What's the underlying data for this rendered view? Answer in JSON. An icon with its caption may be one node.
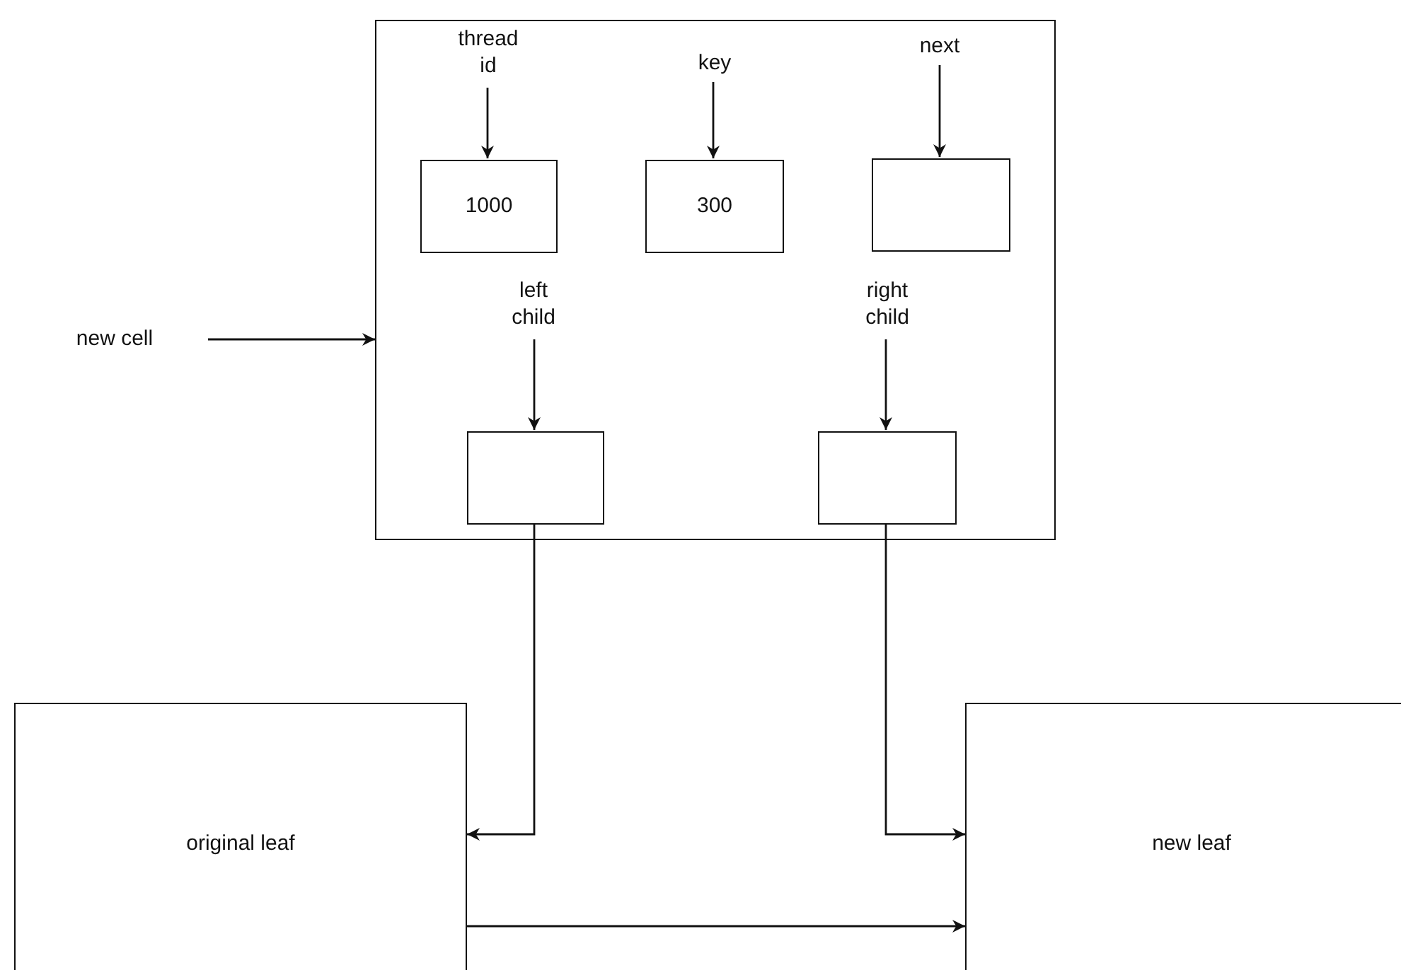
{
  "diagram": {
    "nodes": [
      {
        "text": [],
        "shape": "box"
      },
      {
        "text": [
          "thread id"
        ],
        "in": 0
      },
      {
        "text": [
          "1000"
        ],
        "in": 0
      },
      {
        "text": [
          "key"
        ],
        "in": 0
      },
      {
        "text": [
          "300"
        ],
        "in": 0
      },
      {
        "text": [
          "next"
        ],
        "in": 0
      },
      {
        "text": [],
        "shape": "box",
        "in": 0
      },
      {
        "text": [
          "left child"
        ],
        "in": 0
      },
      {
        "text": [],
        "shape": "box",
        "in": 0
      },
      {
        "text": [
          "right child"
        ],
        "in": 0
      },
      {
        "text": [],
        "shape": "box",
        "in": 0
      },
      {
        "text": [
          "new cell"
        ]
      },
      {
        "text": [
          "original leaf"
        ]
      },
      {
        "text": [
          "new leaf"
        ]
      }
    ],
    "edges": [
      {
        "from": 1,
        "to": 2,
        "arrow": "to"
      },
      {
        "from": 3,
        "to": 4,
        "arrow": "to"
      },
      {
        "from": 5,
        "to": 6,
        "arrow": "to"
      },
      {
        "from": 7,
        "to": 8,
        "arrow": "to"
      },
      {
        "from": 9,
        "to": 10,
        "arrow": "to"
      },
      {
        "from": 11,
        "to": 0,
        "arrow": "to"
      },
      {
        "from": 8,
        "to": 12,
        "arrow": "to"
      },
      {
        "from": 10,
        "to": 13,
        "arrow": "to"
      },
      {
        "from": 12,
        "to": 13,
        "arrow": "to"
      }
    ]
  }
}
